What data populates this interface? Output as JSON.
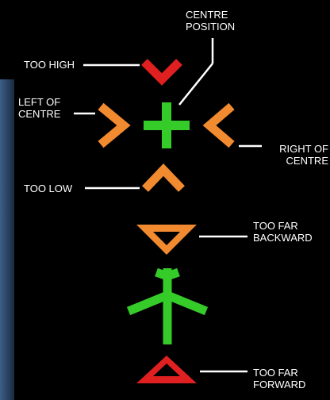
{
  "labels": {
    "centre_position": "CENTRE\nPOSITION",
    "too_high": "TOO HIGH",
    "left_of_centre": "LEFT OF\nCENTRE",
    "right_of_centre": "RIGHT OF\nCENTRE",
    "too_low": "TOO LOW",
    "too_far_backward": "TOO FAR\nBACKWARD",
    "too_far_forward": "TOO FAR\nFORWARD"
  },
  "colors": {
    "background": "#000000",
    "side_panel": "#2f4a6e",
    "too_high": "#e02020",
    "left_right_low": "#f28a30",
    "centre": "#35cc2a",
    "too_far_backward": "#f28a30",
    "too_far_forward": "#e02020",
    "leader_line": "#ffffff"
  },
  "symbols": {
    "too_high": "red-chevron-down",
    "left_of_centre": "orange-chevron-right",
    "centre": "green-plus",
    "right_of_centre": "orange-chevron-left",
    "too_low": "orange-chevron-up",
    "too_far_backward": "orange-triangle-down",
    "aircraft": "green-aircraft",
    "too_far_forward": "red-triangle-up"
  }
}
